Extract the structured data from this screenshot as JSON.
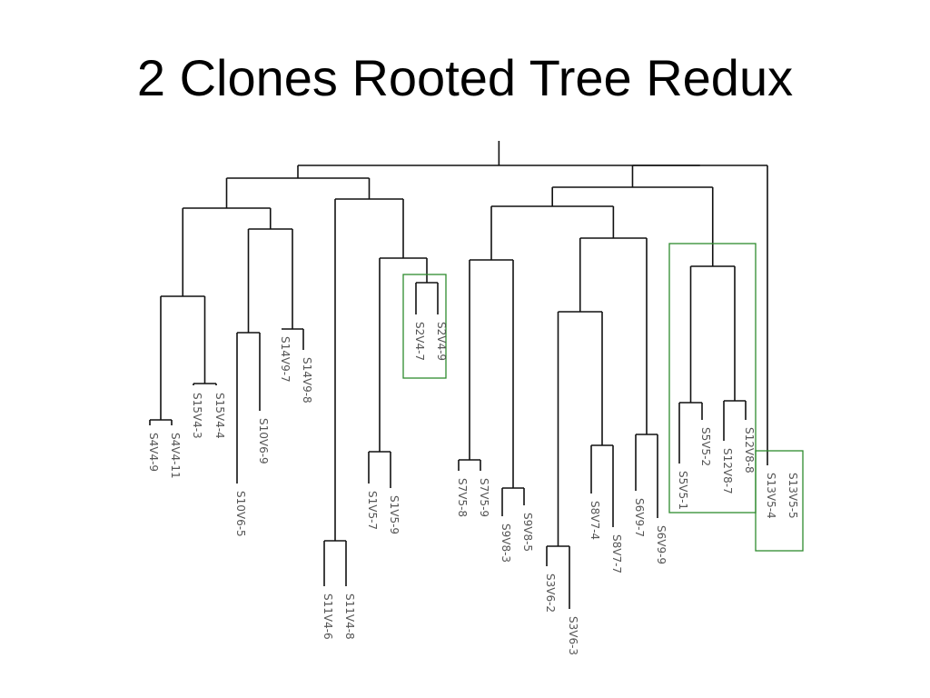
{
  "title": "2 Clones Rooted Tree Redux",
  "colors": {
    "edge": "#111111",
    "highlight": "#2e8b2e",
    "label": "#555555"
  },
  "leaves": [
    "S4V4-9",
    "S4V4-11",
    "S15V4-3",
    "S15V4-4",
    "S10V6-5",
    "S10V6-9",
    "S14V9-7",
    "S14V9-8",
    "S11V4-6",
    "S11V4-8",
    "S1V5-7",
    "S1V5-9",
    "S2V4-7",
    "S2V4-9",
    "S7V5-8",
    "S7V5-9",
    "S9V8-3",
    "S9V8-5",
    "S3V6-2",
    "S3V6-3",
    "S8V7-4",
    "S8V7-7",
    "S6V9-7",
    "S6V9-9",
    "S5V5-1",
    "S5V5-2",
    "S12V8-7",
    "S12V8-8",
    "S13V5-4",
    "S13V5-5"
  ],
  "highlighted_clones": [
    [
      "S2V4-7",
      "S2V4-9"
    ],
    [
      "S5V5-1",
      "S5V5-2",
      "S12V8-7",
      "S12V8-8"
    ],
    [
      "S13V5-4",
      "S13V5-5"
    ]
  ]
}
